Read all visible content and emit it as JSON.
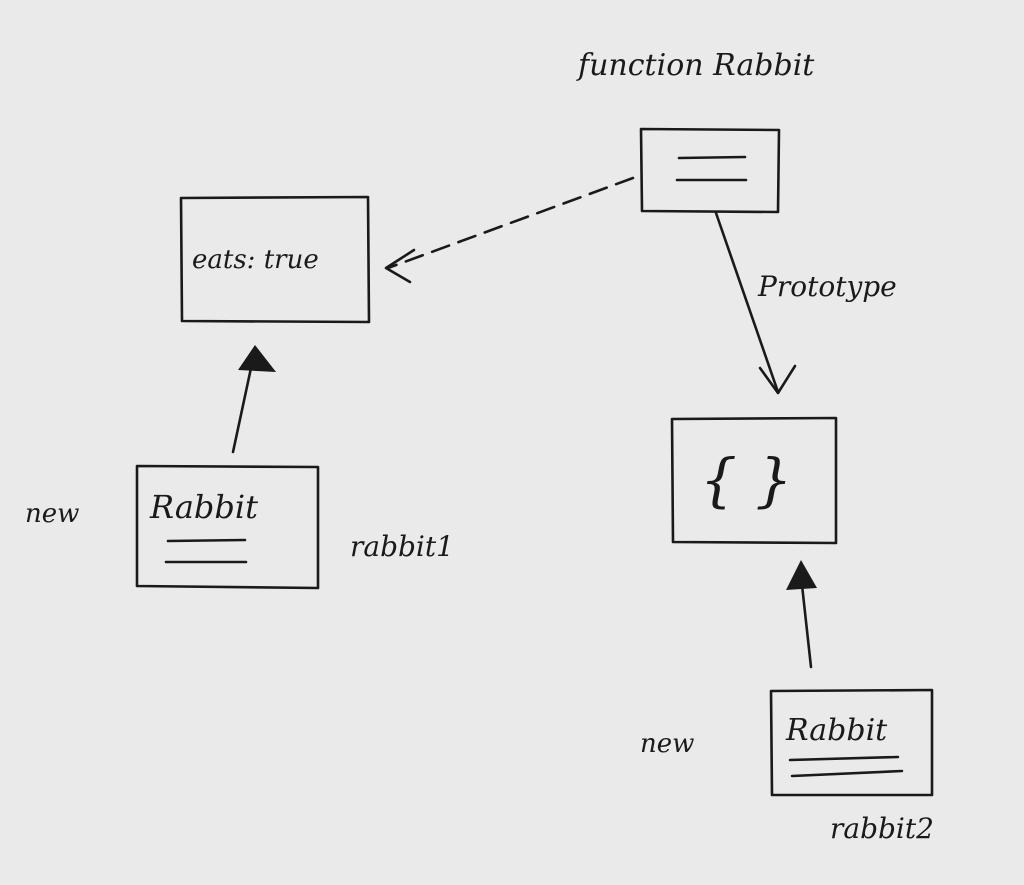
{
  "diagram": {
    "function_label": "function Rabbit",
    "prototype_object_text": "eats: true",
    "prototype_label": "Prototype",
    "empty_object_text": "{ }",
    "rabbit1": {
      "new_label": "new",
      "constructor_text": "Rabbit",
      "name": "rabbit1"
    },
    "rabbit2": {
      "new_label": "new",
      "constructor_text": "Rabbit",
      "name": "rabbit2"
    }
  },
  "colors": {
    "background": "#ebeaeb",
    "ink": "#1a1a1a"
  }
}
